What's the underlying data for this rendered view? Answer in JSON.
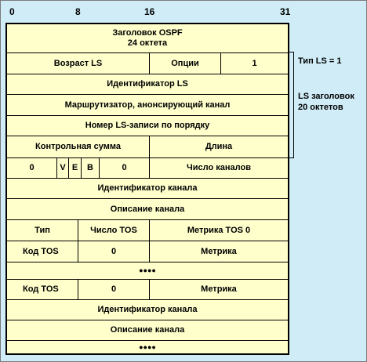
{
  "bit_numbers": [
    "0",
    "8",
    "16",
    "31"
  ],
  "header": {
    "title": "Заголовок OSPF",
    "size": "24 октета"
  },
  "rows": {
    "ls_age": "Возраст LS",
    "options": "Опции",
    "ls_type_value": "1",
    "ls_id": "Идентификатор LS",
    "advertising_router": "Маршрутизатор, анонсирующий  канал",
    "ls_seq": "Номер LS-записи по порядку",
    "checksum": "Контрольная сумма",
    "length": "Длина",
    "flags_zero_left": "0",
    "flag_v": "V",
    "flag_e": "E",
    "flag_b": "B",
    "flags_zero_right": "0",
    "num_links": "Число каналов",
    "link_id": "Идентификатор канала",
    "link_data": "Описание канала",
    "type": "Тип",
    "num_tos": "Число TOS",
    "tos0_metric": "Метрика  TOS 0",
    "tos_code": "Код TOS",
    "tos_zero": "0",
    "metric": "Метрика",
    "ellipsis": "●●●●",
    "tos_code_2": "Код TOS",
    "tos_zero_2": "0",
    "metric_2": "Метрика",
    "link_id_2": "Идентификатор канала",
    "link_data_2": "Описание канала",
    "ellipsis_2": "●●●●"
  },
  "annotations": {
    "ls_type": "Тип LS = 1",
    "ls_header_line1": "LS заголовок",
    "ls_header_line2": "20 октетов"
  }
}
